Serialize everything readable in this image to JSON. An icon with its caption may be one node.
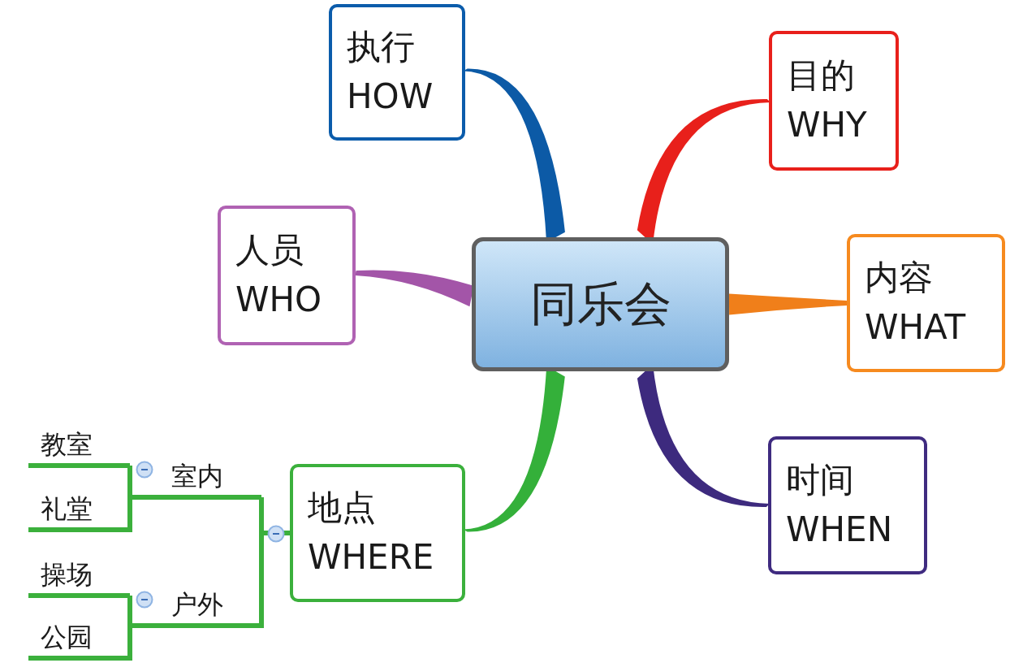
{
  "diagram": {
    "nodes": [
      {
        "text": [
          "同乐会"
        ]
      },
      {
        "text": [
          "执行",
          "HOW"
        ]
      },
      {
        "text": [
          "目的",
          "WHY"
        ]
      },
      {
        "text": [
          "人员",
          "WHO"
        ]
      },
      {
        "text": [
          "内容",
          "WHAT"
        ]
      },
      {
        "text": [
          "地点",
          "WHERE"
        ]
      },
      {
        "text": [
          "时间",
          "WHEN"
        ]
      },
      {
        "text": [
          "室内"
        ]
      },
      {
        "text": [
          "户外"
        ]
      },
      {
        "text": [
          "教室"
        ]
      },
      {
        "text": [
          "礼堂"
        ]
      },
      {
        "text": [
          "操场"
        ]
      },
      {
        "text": [
          "公园"
        ]
      }
    ],
    "edges": [
      {
        "from": 0,
        "to": 1,
        "arrow": "none",
        "style": "thick",
        "color": "#0c5aa6"
      },
      {
        "from": 0,
        "to": 2,
        "arrow": "none",
        "style": "thick",
        "color": "#e8201b"
      },
      {
        "from": 0,
        "to": 3,
        "arrow": "none",
        "style": "thick",
        "color": "#a355a8"
      },
      {
        "from": 0,
        "to": 4,
        "arrow": "none",
        "style": "thick",
        "color": "#f07f1a"
      },
      {
        "from": 0,
        "to": 5,
        "arrow": "none",
        "style": "thick",
        "color": "#34b03a"
      },
      {
        "from": 0,
        "to": 6,
        "arrow": "none",
        "style": "thick",
        "color": "#3d2a7e"
      },
      {
        "from": 5,
        "to": 7,
        "arrow": "none",
        "color": "#3bb03c"
      },
      {
        "from": 5,
        "to": 8,
        "arrow": "none",
        "color": "#3bb03c"
      },
      {
        "from": 7,
        "to": 9,
        "arrow": "none",
        "color": "#3bb03c"
      },
      {
        "from": 7,
        "to": 10,
        "arrow": "none",
        "color": "#3bb03c"
      },
      {
        "from": 8,
        "to": 11,
        "arrow": "none",
        "color": "#3bb03c"
      },
      {
        "from": 8,
        "to": 12,
        "arrow": "none",
        "color": "#3bb03c"
      }
    ]
  }
}
